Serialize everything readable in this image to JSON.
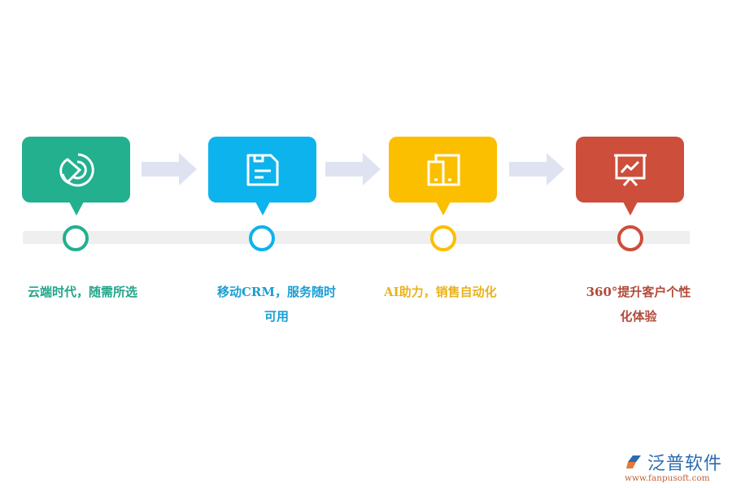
{
  "colors": {
    "step1": "#22b08f",
    "step2": "#0db3ec",
    "step3": "#fbbf00",
    "step4": "#cc4e3b",
    "connector": "#dfe3f1",
    "track": "#efefef"
  },
  "steps": [
    {
      "icon": "pie-chart-icon",
      "label": "云端时代，随需所选"
    },
    {
      "icon": "floppy-disk-icon",
      "label_line1": "移动CRM，服务随时",
      "label_line2": "可用"
    },
    {
      "icon": "devices-icon",
      "label": "AI助力，销售自动化"
    },
    {
      "icon": "presentation-chart-icon",
      "label_line1": "360°提升客户个性",
      "label_line2": "化体验"
    }
  ],
  "logo": {
    "name": "泛普软件",
    "url": "www.fanpusoft.com"
  }
}
